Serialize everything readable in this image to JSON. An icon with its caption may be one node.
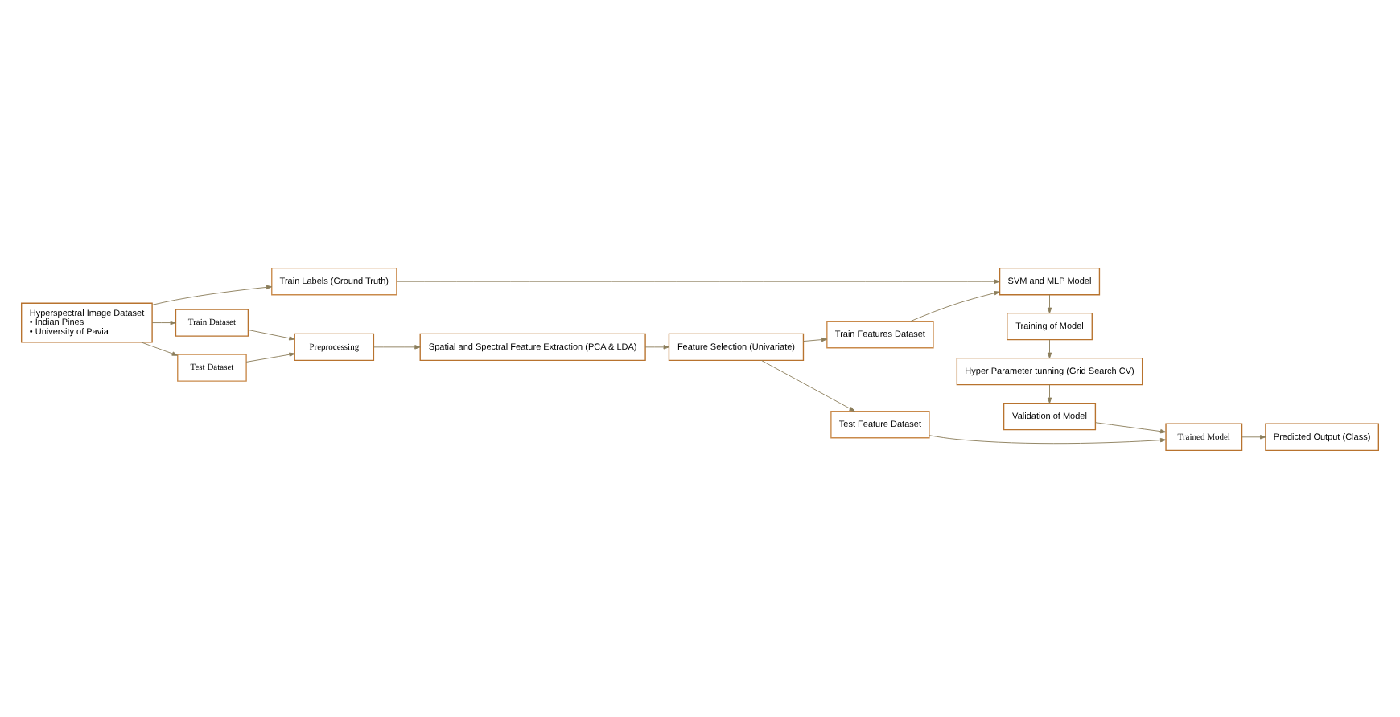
{
  "diagram": {
    "nodes": [
      {
        "text": [
          "Hyperspectral Image Dataset",
          "• Indian Pines",
          "• University of Pavia"
        ]
      },
      {
        "text": [
          "Train Labels (Ground Truth)"
        ]
      },
      {
        "text": [
          "Train Dataset"
        ]
      },
      {
        "text": [
          "Test Dataset"
        ]
      },
      {
        "text": [
          "Preprocessing"
        ]
      },
      {
        "text": [
          "Spatial and Spectral Feature Extraction (PCA & LDA)"
        ]
      },
      {
        "text": [
          "Feature Selection (Univariate)"
        ]
      },
      {
        "text": [
          "Train Features Dataset"
        ]
      },
      {
        "text": [
          "Test Feature Dataset"
        ]
      },
      {
        "text": [
          "SVM and MLP Model"
        ]
      },
      {
        "text": [
          "Training of Model"
        ]
      },
      {
        "text": [
          "Hyper Parameter tunning (Grid Search CV)"
        ]
      },
      {
        "text": [
          "Validation of Model"
        ]
      },
      {
        "text": [
          "Trained Model"
        ]
      },
      {
        "text": [
          "Predicted Output (Class)"
        ]
      }
    ],
    "edges": [
      {
        "from": 0,
        "to": 1,
        "arrow": "to"
      },
      {
        "from": 0,
        "to": 2,
        "arrow": "to"
      },
      {
        "from": 0,
        "to": 3,
        "arrow": "to"
      },
      {
        "from": 2,
        "to": 4,
        "arrow": "to"
      },
      {
        "from": 3,
        "to": 4,
        "arrow": "to"
      },
      {
        "from": 4,
        "to": 5,
        "arrow": "to"
      },
      {
        "from": 5,
        "to": 6,
        "arrow": "to"
      },
      {
        "from": 6,
        "to": 7,
        "arrow": "to"
      },
      {
        "from": 6,
        "to": 8,
        "arrow": "to"
      },
      {
        "from": 7,
        "to": 9,
        "arrow": "to"
      },
      {
        "from": 1,
        "to": 9,
        "arrow": "to"
      },
      {
        "from": 9,
        "to": 10,
        "arrow": "to"
      },
      {
        "from": 10,
        "to": 11,
        "arrow": "to"
      },
      {
        "from": 11,
        "to": 12,
        "arrow": "to"
      },
      {
        "from": 12,
        "to": 13,
        "arrow": "to"
      },
      {
        "from": 8,
        "to": 13,
        "arrow": "to"
      },
      {
        "from": 13,
        "to": 14,
        "arrow": "to"
      }
    ]
  }
}
